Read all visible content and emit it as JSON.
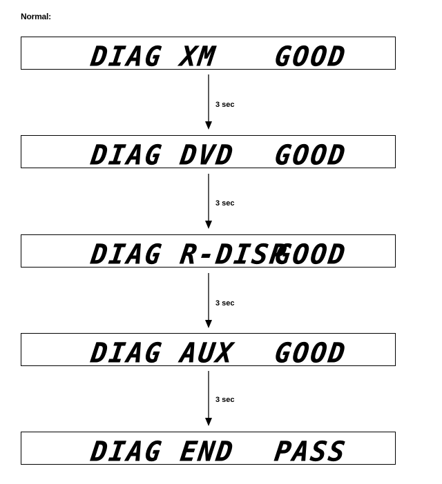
{
  "heading": "Normal:",
  "screens": [
    {
      "left": "DIAG XM",
      "right": "GOOD"
    },
    {
      "left": "DIAG DVD",
      "right": "GOOD"
    },
    {
      "left": "DIAG R-DISP",
      "right": "GOOD"
    },
    {
      "left": "DIAG AUX",
      "right": "GOOD"
    },
    {
      "left": "DIAG END",
      "right": "PASS"
    }
  ],
  "transitions": [
    {
      "label": "3 sec"
    },
    {
      "label": "3 sec"
    },
    {
      "label": "3 sec"
    },
    {
      "label": "3 sec"
    }
  ]
}
